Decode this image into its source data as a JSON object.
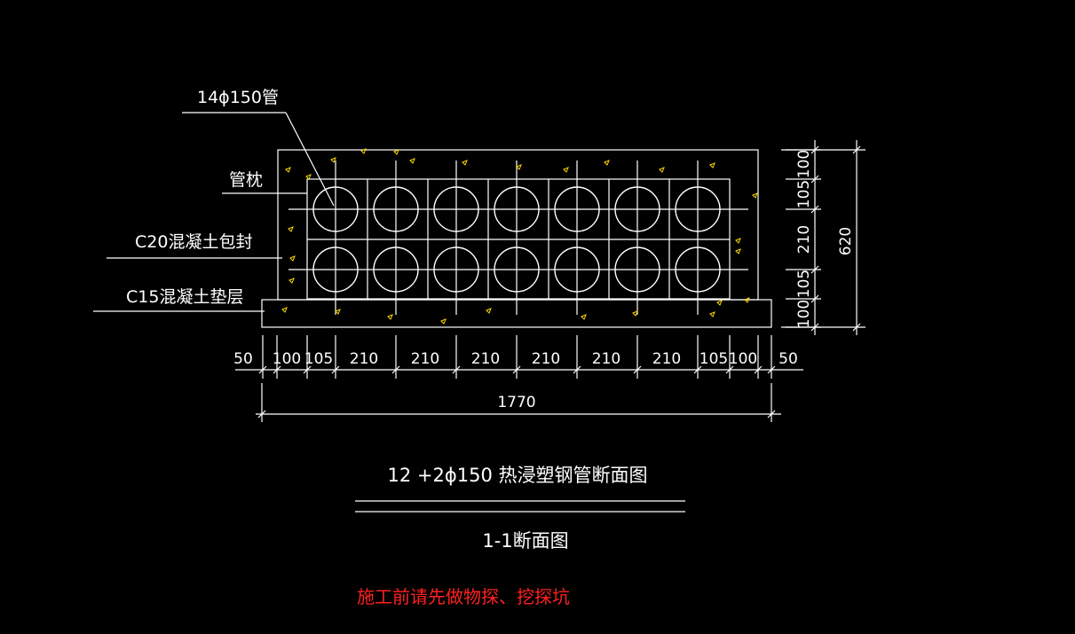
{
  "drawing": {
    "labels": {
      "pipe_spec": "14ϕ150管",
      "pipe_pillow": "管枕",
      "c20_encasement": "C20混凝土包封",
      "c15_bedding": "C15混凝土垫层"
    },
    "horizontal_dims": [
      "50",
      "100",
      "105",
      "210",
      "210",
      "210",
      "210",
      "210",
      "210",
      "105",
      "100",
      "50"
    ],
    "total_width": "1770",
    "vertical_dims": [
      "100",
      "105",
      "210",
      "105",
      "100"
    ],
    "total_height": "620",
    "caption_title": "12 +2ϕ150  热浸塑钢管断面图",
    "caption_section": "1-1断面图",
    "warning_note": "施工前请先做物探、挖探坑",
    "pipe_rows": 2,
    "pipe_cols": 7,
    "colors": {
      "background": "#000000",
      "lines": "#ffffff",
      "aggregate": "#ffd800",
      "note": "#ff2020"
    }
  }
}
